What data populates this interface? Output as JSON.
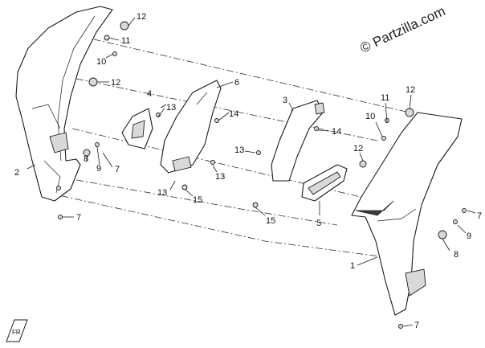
{
  "watermark": "© Partzilla.com",
  "callouts": {
    "c12a": "12",
    "c11a": "11",
    "c10a": "10",
    "c12b": "12",
    "c2": "2",
    "c8a": "8",
    "c9a": "9",
    "c7a": "7",
    "c7b": "7",
    "c4": "4",
    "c13a": "13",
    "c6": "6",
    "c14a": "14",
    "c13b": "13",
    "c13c": "13",
    "c15a": "15",
    "c3": "3",
    "c14b": "14",
    "c13d": "13",
    "c15b": "15",
    "c5": "5",
    "c11b": "11",
    "c10b": "10",
    "c12c": "12",
    "c12d": "12",
    "c1": "1",
    "c7c": "7",
    "c9b": "9",
    "c8b": "8",
    "c7d": "7"
  },
  "front_marker": "FR"
}
